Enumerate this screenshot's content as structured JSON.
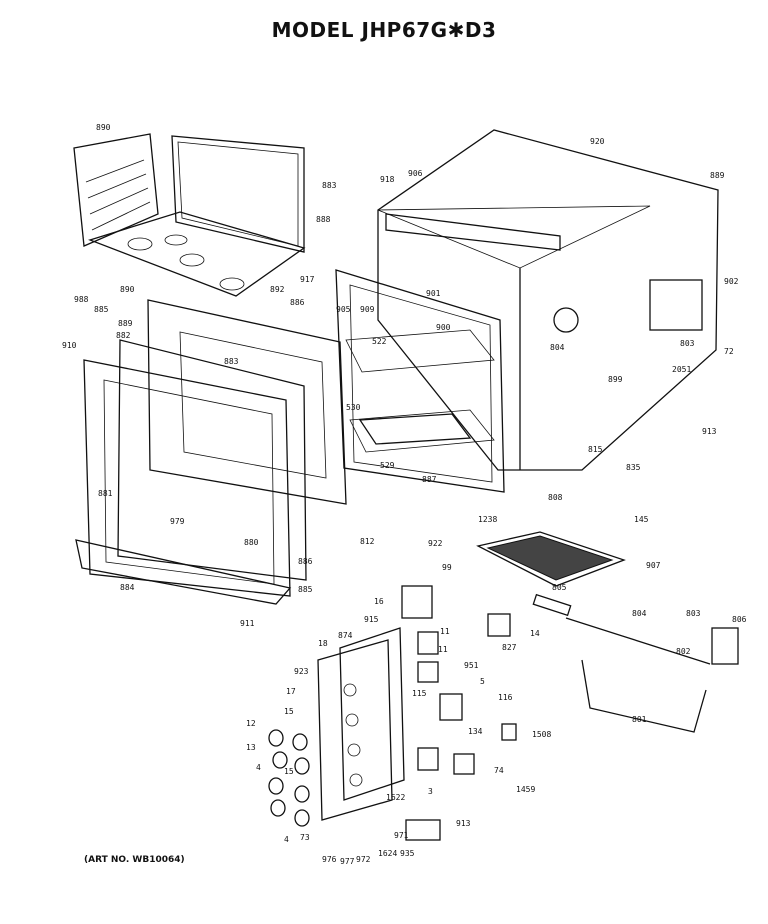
{
  "title": "MODEL  JHP67G✱D3",
  "art_no": "(ART NO. WB10064)",
  "labels": [
    "890",
    "883",
    "888",
    "918",
    "906",
    "920",
    "889",
    "917",
    "901",
    "892",
    "886",
    "905",
    "909",
    "902",
    "988",
    "885",
    "890",
    "889",
    "910",
    "882",
    "883",
    "522",
    "900",
    "804",
    "803",
    "2051",
    "72",
    "899",
    "530",
    "913",
    "881",
    "979",
    "529",
    "887",
    "815",
    "835",
    "808",
    "1238",
    "145",
    "812",
    "922",
    "907",
    "880",
    "886",
    "99",
    "885",
    "884",
    "911",
    "16",
    "915",
    "11",
    "14",
    "805",
    "804",
    "803",
    "806",
    "874",
    "827",
    "18",
    "11",
    "951",
    "802",
    "923",
    "5",
    "17",
    "115",
    "116",
    "801",
    "12",
    "15",
    "134",
    "1508",
    "13",
    "15",
    "4",
    "74",
    "1622",
    "1459",
    "3",
    "971",
    "4",
    "73",
    "913",
    "976",
    "977",
    "972",
    "1624",
    "935"
  ]
}
